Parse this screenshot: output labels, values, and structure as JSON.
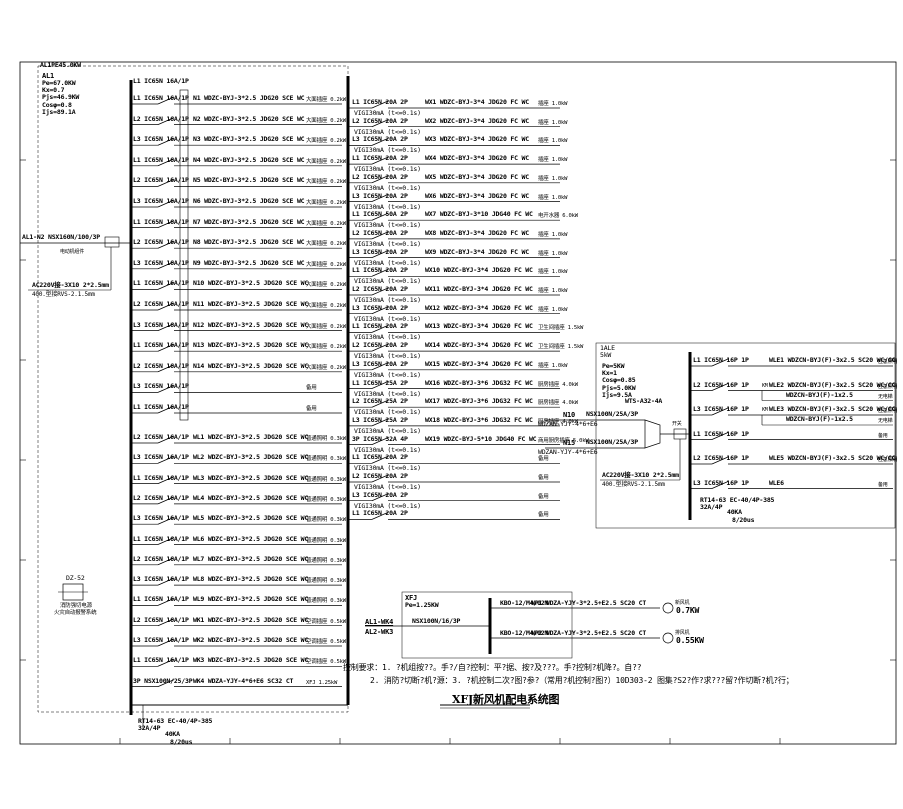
{
  "header": {
    "corner_label": "AL1PE45.0KW"
  },
  "al1": {
    "name": "AL1",
    "params": [
      "Pe=67.0KW",
      "Kx=0.7",
      "Pjs=46.9KW",
      "Cosφ=0.8",
      "Ijs=89.1A"
    ]
  },
  "incoming": {
    "label": "AL1-N2",
    "breaker": "NSX160N/100/3P",
    "note_small": "电动机组件",
    "ac_line": "AC220V接-3X10 2*2.5mm",
    "ac_sub": "400.型接RVS-2.1.5mm"
  },
  "bus_top_breaker": "L1 IC65N 16A/1P",
  "n_breakers": [
    {
      "breaker": "L1 IC65N 16A/1P",
      "circuit": "N1 WDZC-BYJ-3*2.5 JDG20 SCE WC",
      "load": "大面插座 0.2kW"
    },
    {
      "breaker": "L2 IC65N 16A/1P",
      "circuit": "N2 WDZC-BYJ-3*2.5 JDG20 SCE WC",
      "load": "大面插座 0.2kW"
    },
    {
      "breaker": "L3 IC65N 16A/1P",
      "circuit": "N3 WDZC-BYJ-3*2.5 JDG20 SCE WC",
      "load": "大面插座 0.2kW"
    },
    {
      "breaker": "L1 IC65N 16A/1P",
      "circuit": "N4 WDZC-BYJ-3*2.5 JDG20 SCE WC",
      "load": "大面插座 0.2kW"
    },
    {
      "breaker": "L2 IC65N 16A/1P",
      "circuit": "N5 WDZC-BYJ-3*2.5 JDG20 SCE WC",
      "load": "大面插座 0.2kW"
    },
    {
      "breaker": "L3 IC65N 16A/1P",
      "circuit": "N6 WDZC-BYJ-3*2.5 JDG20 SCE WC",
      "load": "大面插座 0.2kW"
    },
    {
      "breaker": "L1 IC65N 16A/1P",
      "circuit": "N7 WDZC-BYJ-3*2.5 JDG20 SCE WC",
      "load": "大面插座 0.2kW"
    },
    {
      "breaker": "L2 IC65N 16A/1P",
      "circuit": "N8 WDZC-BYJ-3*2.5 JDG20 SCE WC",
      "load": "大面插座 0.2kW"
    },
    {
      "breaker": "L3 IC65N 16A/1P",
      "circuit": "N9 WDZC-BYJ-3*2.5 JDG20 SCE WC",
      "load": "大面插座 0.2kW"
    },
    {
      "breaker": "L1 IC65N 16A/1P",
      "circuit": "N10 WDZC-BYJ-3*2.5 JDG20 SCE WC",
      "load": "大面插座 0.2kW"
    },
    {
      "breaker": "L2 IC65N 16A/1P",
      "circuit": "N11 WDZC-BYJ-3*2.5 JDG20 SCE WC",
      "load": "大面插座 0.2kW"
    },
    {
      "breaker": "L3 IC65N 16A/1P",
      "circuit": "N12 WDZC-BYJ-3*2.5 JDG20 SCE WC",
      "load": "大面插座 0.2kW"
    },
    {
      "breaker": "L1 IC65N 16A/1P",
      "circuit": "N13 WDZC-BYJ-3*2.5 JDG20 SCE WC",
      "load": "大面插座 0.2kW"
    },
    {
      "breaker": "L2 IC65N 16A/1P",
      "circuit": "N14 WDZC-BYJ-3*2.5 JDG20 SCE WC",
      "load": "大面插座 0.2kW"
    },
    {
      "breaker": "L3 IC65N 16A/1P",
      "circuit": "",
      "load": "备用"
    },
    {
      "breaker": "L1 IC65N 16A/1P",
      "circuit": "",
      "load": "备用"
    }
  ],
  "wl_breakers": [
    {
      "breaker": "L2 IC65N 16A/1P",
      "circuit": "WL1 WDZC-BYJ-3*2.5 JDG20 SCE WC",
      "load": "普通照明 0.3kW"
    },
    {
      "breaker": "L3 IC65N 16A/1P",
      "circuit": "WL2 WDZC-BYJ-3*2.5 JDG20 SCE WC",
      "load": "普通照明 0.3kW"
    },
    {
      "breaker": "L1 IC65N 16A/1P",
      "circuit": "WL3 WDZC-BYJ-3*2.5 JDG20 SCE WC",
      "load": "普通照明 0.3kW"
    },
    {
      "breaker": "L2 IC65N 16A/1P",
      "circuit": "WL4 WDZC-BYJ-3*2.5 JDG20 SCE WC",
      "load": "普通照明 0.3kW"
    },
    {
      "breaker": "L3 IC65N 16A/1P",
      "circuit": "WL5 WDZC-BYJ-3*2.5 JDG20 SCE WC",
      "load": "普通照明 0.3kW"
    },
    {
      "breaker": "L1 IC65N 16A/1P",
      "circuit": "WL6 WDZC-BYJ-3*2.5 JDG20 SCE WC",
      "load": "普通照明 0.3kW"
    },
    {
      "breaker": "L2 IC65N 16A/1P",
      "circuit": "WL7 WDZC-BYJ-3*2.5 JDG20 SCE WC",
      "load": "普通照明 0.3kW"
    },
    {
      "breaker": "L3 IC65N 16A/1P",
      "circuit": "WL8 WDZC-BYJ-3*2.5 JDG20 SCE WC",
      "load": "普通照明 0.3kW"
    },
    {
      "breaker": "L1 IC65N 16A/1P",
      "circuit": "WL9 WDZC-BYJ-3*2.5 JDG20 SCE WC",
      "load": "普通照明 0.3kW"
    },
    {
      "breaker": "L2 IC65N 16A/1P",
      "circuit": "WK1 WDZC-BYJ-3*2.5 JDG20 SCE WC",
      "load": "空调插座 0.5kW"
    },
    {
      "breaker": "L3 IC65N 16A/1P",
      "circuit": "WK2 WDZC-BYJ-3*2.5 JDG20 SCE WC",
      "load": "空调插座 0.5kW"
    },
    {
      "breaker": "L1 IC65N 16A/1P",
      "circuit": "WK3 WDZC-BYJ-3*2.5 JDG20 SCE WC",
      "load": "空调插座 0.5kW"
    },
    {
      "breaker": "3P NSX100N/25/3P",
      "circuit": "WK4 WDZA-YJY-4*6+E6 SC32 CT",
      "load": "XFJ 1.25kW"
    }
  ],
  "bottom_spd": {
    "l1": "RT14-63 EC-40/4P-385",
    "l2": "32A/4P",
    "l3": "40KA",
    "l4": "8/20us"
  },
  "dz": {
    "label": "DZ-52",
    "l1": "消防强切电源",
    "l2": "火灾自动报警系统"
  },
  "wx_breakers": [
    {
      "breaker": "L1 IC65N 20A 2P",
      "circuit": "WX1 WDZC-BYJ-3*4 JDG20 FC WC",
      "load": "插座 1.0kW",
      "rcd": "VIGI30mA (t<=0.1s)"
    },
    {
      "breaker": "L2 IC65N 20A 2P",
      "circuit": "WX2 WDZC-BYJ-3*4 JDG20 FC WC",
      "load": "插座 1.0kW",
      "rcd": "VIGI30mA (t<=0.1s)"
    },
    {
      "breaker": "L3 IC65N 20A 2P",
      "circuit": "WX3 WDZC-BYJ-3*4 JDG20 FC WC",
      "load": "插座 1.0kW",
      "rcd": "VIGI30mA (t<=0.1s)"
    },
    {
      "breaker": "L1 IC65N 20A 2P",
      "circuit": "WX4 WDZC-BYJ-3*4 JDG20 FC WC",
      "load": "插座 1.0kW",
      "rcd": "VIGI30mA (t<=0.1s)"
    },
    {
      "breaker": "L2 IC65N 20A 2P",
      "circuit": "WX5 WDZC-BYJ-3*4 JDG20 FC WC",
      "load": "插座 1.0kW",
      "rcd": "VIGI30mA (t<=0.1s)"
    },
    {
      "breaker": "L3 IC65N 20A 2P",
      "circuit": "WX6 WDZC-BYJ-3*4 JDG20 FC WC",
      "load": "插座 1.0kW",
      "rcd": "VIGI30mA (t<=0.1s)"
    },
    {
      "breaker": "L1 IC65N 50A 2P",
      "circuit": "WX7 WDZC-BYJ-3*10 JDG40 FC WC",
      "load": "电开水器 6.0kW",
      "rcd": "VIGI30mA (t<=0.1s)"
    },
    {
      "breaker": "L2 IC65N 20A 2P",
      "circuit": "WX8 WDZC-BYJ-3*4 JDG20 FC WC",
      "load": "插座 1.0kW",
      "rcd": "VIGI30mA (t<=0.1s)"
    },
    {
      "breaker": "L3 IC65N 20A 2P",
      "circuit": "WX9 WDZC-BYJ-3*4 JDG20 FC WC",
      "load": "插座 1.0kW",
      "rcd": "VIGI30mA (t<=0.1s)"
    },
    {
      "breaker": "L1 IC65N 20A 2P",
      "circuit": "WX10 WDZC-BYJ-3*4 JDG20 FC WC",
      "load": "插座 1.0kW",
      "rcd": "VIGI30mA (t<=0.1s)"
    },
    {
      "breaker": "L2 IC65N 20A 2P",
      "circuit": "WX11 WDZC-BYJ-3*4 JDG20 FC WC",
      "load": "插座 1.0kW",
      "rcd": "VIGI30mA (t<=0.1s)"
    },
    {
      "breaker": "L3 IC65N 20A 2P",
      "circuit": "WX12 WDZC-BYJ-3*4 JDG20 FC WC",
      "load": "插座 1.0kW",
      "rcd": "VIGI30mA (t<=0.1s)"
    },
    {
      "breaker": "L1 IC65N 20A 2P",
      "circuit": "WX13 WDZC-BYJ-3*4 JDG20 FC WC",
      "load": "卫生间插座 1.5kW",
      "rcd": "VIGI30mA (t<=0.1s)"
    },
    {
      "breaker": "L2 IC65N 20A 2P",
      "circuit": "WX14 WDZC-BYJ-3*4 JDG20 FC WC",
      "load": "卫生间插座 1.5kW",
      "rcd": "VIGI30mA (t<=0.1s)"
    },
    {
      "breaker": "L3 IC65N 20A 2P",
      "circuit": "WX15 WDZC-BYJ-3*4 JDG20 FC WC",
      "load": "插座 1.0kW",
      "rcd": "VIGI30mA (t<=0.1s)"
    },
    {
      "breaker": "L1 IC65N 25A 2P",
      "circuit": "WX16 WDZC-BYJ-3*6 JDG32 FC WC",
      "load": "厨房插座 4.0kW",
      "rcd": "VIGI30mA (t<=0.1s)"
    },
    {
      "breaker": "L2 IC65N 25A 2P",
      "circuit": "WX17 WDZC-BYJ-3*6 JDG32 FC WC",
      "load": "厨房插座 4.0kW",
      "rcd": "VIGI30mA (t<=0.1s)"
    },
    {
      "breaker": "L3 IC65N 25A 2P",
      "circuit": "WX18 WDZC-BYJ-3*6 JDG32 FC WC",
      "load": "厨房插座 4.0kW",
      "rcd": "VIGI30mA (t<=0.1s)"
    },
    {
      "breaker": "3P IC65N 32A 4P",
      "circuit": "WX19 WDZC-BYJ-5*10 JDG40 FC WC",
      "load": "商用厨房插座 5.0kW",
      "rcd": "VIGI30mA (t<=0.1s)"
    },
    {
      "breaker": "L1 IC65N 20A 2P",
      "circuit": "",
      "load": "备用",
      "rcd": "VIGI30mA (t<=0.1s)"
    },
    {
      "breaker": "L2 IC65N 20A 2P",
      "circuit": "",
      "load": "备用",
      "rcd": "VIGI30mA (t<=0.1s)"
    },
    {
      "breaker": "L3 IC65N 20A 2P",
      "circuit": "",
      "load": "备用",
      "rcd": "VIGI30mA (t<=0.1s)"
    },
    {
      "breaker": "L1 IC65N 20A 2P",
      "circuit": "",
      "load": "备用",
      "rcd": ""
    }
  ],
  "ale": {
    "title": "1ALE",
    "subtitle": "5kW",
    "params": [
      "Pe=5KW",
      "Kx=1",
      "Cosφ=0.85",
      "Pjs=5.0KW",
      "Ijs=9.5A"
    ],
    "n10": "N10",
    "n15": "N15",
    "brk1": "NSX100N/25A/3P",
    "brk2": "NSX100N/25A/3P",
    "cable1": "WDZAN-YJY-4*6+E6",
    "cable2": "WDZAN-YJY-4*6+E6",
    "ats": "WTS-A32-4A",
    "sw_label": "开关",
    "ac_line": "AC220V接-3X10 2*2.5mm",
    "ac_sub": "400.型接RVS-2.1.5mm",
    "spd": {
      "l1": "RT14-63 EC-40/4P-385",
      "l2": "32A/4P",
      "l3": "40KA",
      "l4": "8/20us"
    },
    "outputs": [
      {
        "breaker": "L1 IC65N 16P 1P",
        "circuit": "WLE1 WDZCN-BYJ(F)-3x2.5 SC20 WC/CC",
        "load": "应急照明"
      },
      {
        "breaker": "L2 IC65N 16P 1P",
        "circuit": "WLE2 WDZCN-BYJ(F)-3x2.5 SC20 WC/CC",
        "load": "应急照明",
        "extra": "WDZCN-BYJ(F)-1x2.5",
        "extra_load": "无电梯",
        "tag": "KM"
      },
      {
        "breaker": "L3 IC65N 16P 1P",
        "circuit": "WLE3 WDZCN-BYJ(F)-3x2.5 SC20 WC/CC",
        "load": "应急照明",
        "extra": "WDZCN-BYJ(F)-1x2.5",
        "extra_load": "无电梯",
        "tag": "KM"
      },
      {
        "breaker": "L1 IC65N 16P 1P",
        "circuit": "",
        "load": "备用"
      },
      {
        "breaker": "L2 IC65N 16P 1P",
        "circuit": "WLE5 WDZCN-BYJ(F)-3x2.5 SC20 WC/CC",
        "load": "应急照明"
      },
      {
        "breaker": "L3 IC65N 16P 1P",
        "circuit": "WLE6",
        "load": "备用"
      }
    ]
  },
  "xfj": {
    "title": "XFJ",
    "pe": "Pe=1.25KW",
    "in1": "AL1-WK4",
    "in2": "AL2-WK3",
    "breaker": "NSX100N/16/3P",
    "out1_brk": "KBO-12/M4/02M",
    "out1_circuit": "WP1 WDZA-YJY-3*2.5+E2.5 SC20 CT",
    "out1_load": "0.7KW",
    "out1_tag": "新风机",
    "out2_brk": "KBO-12/M4/02M",
    "out2_circuit": "WP2 WDZA-YJY-3*2.5+E2.5 SC20 CT",
    "out2_load": "0.55KW",
    "out2_tag": "排风机"
  },
  "notes": {
    "line1": "控制要求：1. ?机组按??。手?/自?控制：平?据、按?及???。手?控制?机降?。自??",
    "line2": "2. 消防?切断?机?源：3. ?机控制二次?图?参?（常用?机控制?图?）10D303-2 图集?S2?作?求???留?作切断?机?行；"
  },
  "title": "XFJ新风机配电系统图"
}
